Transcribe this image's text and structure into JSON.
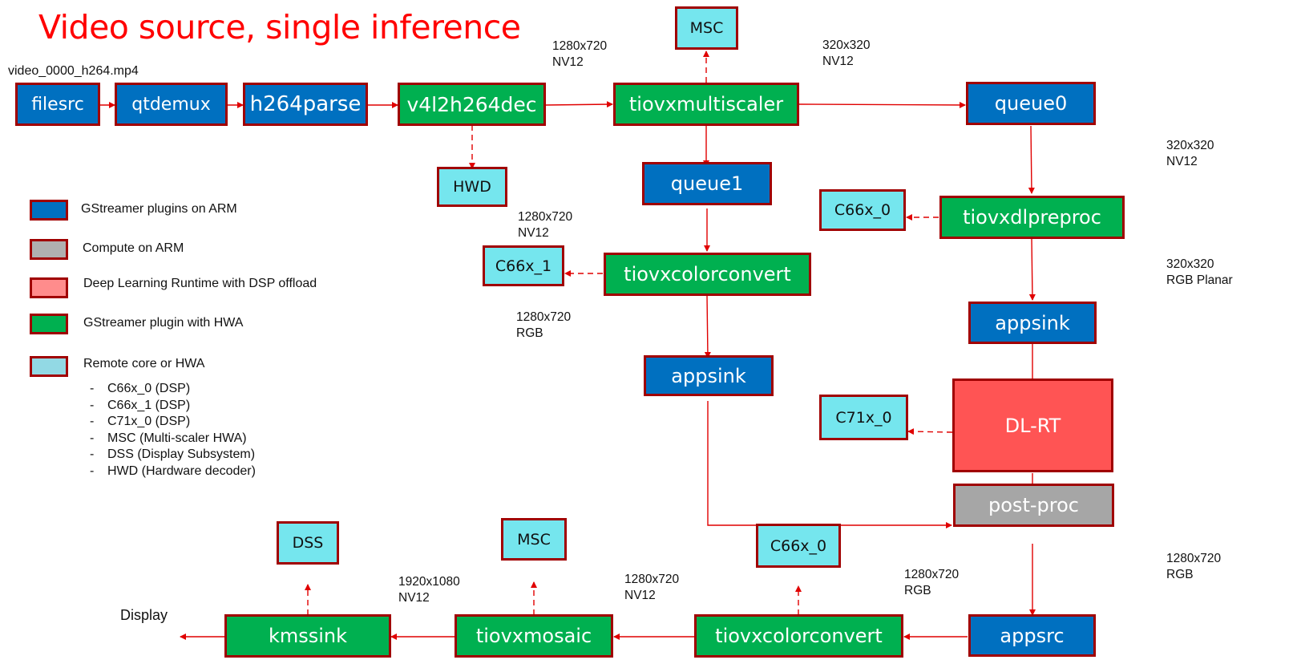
{
  "title": "Video source, single inference",
  "source_file": "video_0000_h264.mp4",
  "nodes": {
    "filesrc": "filesrc",
    "qtdemux": "qtdemux",
    "h264parse": "h264parse",
    "v4l2h264dec": "v4l2h264dec",
    "hwd": "HWD",
    "msc_top": "MSC",
    "tiovxmultiscaler": "tiovxmultiscaler",
    "queue0": "queue0",
    "queue1": "queue1",
    "c66x_0_top": "C66x_0",
    "tiovxdlpreproc": "tiovxdlpreproc",
    "c66x_1": "C66x_1",
    "tiovxcolorconvert_top": "tiovxcolorconvert",
    "appsink_right": "appsink",
    "appsink_mid": "appsink",
    "c71x_0": "C71x_0",
    "dlrt": "DL-RT",
    "postproc": "post-proc",
    "dss": "DSS",
    "msc_bottom": "MSC",
    "c66x_0_bottom": "C66x_0",
    "kmssink": "kmssink",
    "tiovxmosaic": "tiovxmosaic",
    "tiovxcolorconvert_bottom": "tiovxcolorconvert",
    "appsrc": "appsrc",
    "display": "Display"
  },
  "annotations": {
    "dec_out": "1280x720\nNV12",
    "msc_out": "320x320\nNV12",
    "queue0_out": "320x320\nNV12",
    "preproc_out": "320x320\nRGB Planar",
    "cc_in": "1280x720\nNV12",
    "cc_out": "1280x720\nRGB",
    "postproc_out": "1280x720\nRGB",
    "appsrc_out": "1280x720\nRGB",
    "cc_bottom_out": "1280x720\nNV12",
    "mosaic_out": "1920x1080\nNV12"
  },
  "legend": {
    "items": [
      {
        "label": "GStreamer plugins on ARM",
        "color": "#0070c0"
      },
      {
        "label": "Compute on ARM",
        "color": "#b0b0b0"
      },
      {
        "label": "Deep Learning Runtime with DSP offload",
        "color": "#ff8c8c"
      },
      {
        "label": "GStreamer plugin with HWA",
        "color": "#00b050"
      },
      {
        "label": "Remote core or HWA",
        "color": "#92d9e4"
      }
    ],
    "sublist": [
      "C66x_0 (DSP)",
      "C66x_1 (DSP)",
      "C71x_0 (DSP)",
      "MSC (Multi-scaler HWA)",
      "DSS (Display Subsystem)",
      "HWD (Hardware decoder)"
    ],
    "dash": "-"
  },
  "colors": {
    "arm_plugin": "#0070c0",
    "hwa_plugin": "#00b050",
    "remote_core": "#75e6ee",
    "dl_runtime": "#ff5454",
    "compute_arm": "#a6a6a6",
    "border": "#a00000",
    "connector": "#e00000",
    "title": "#ff0000"
  }
}
